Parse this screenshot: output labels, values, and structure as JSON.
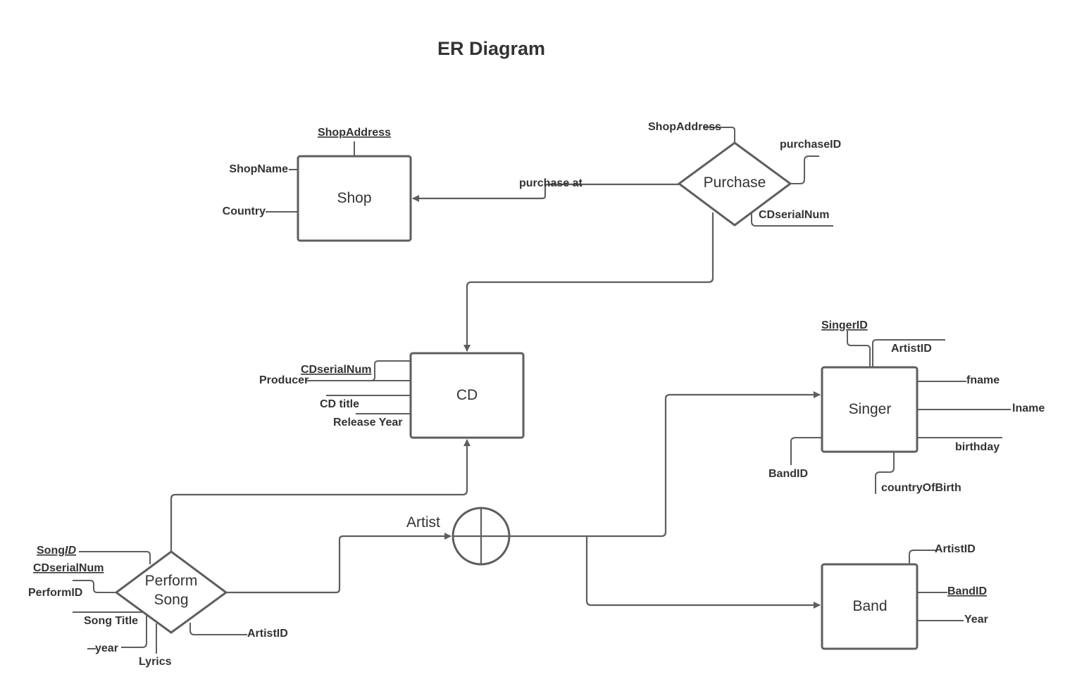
{
  "diagram": {
    "title": "ER Diagram",
    "entities": {
      "shop": "Shop",
      "cd": "CD",
      "singer": "Singer",
      "band": "Band"
    },
    "relationships": {
      "purchase": "Purchase",
      "perform_line1": "Perform",
      "perform_line2": "Song"
    },
    "labels": {
      "purchase_at": "purchase at",
      "artist": "Artist"
    },
    "shop_attributes": {
      "shop_address": "ShopAddress",
      "shop_name": "ShopName",
      "country": "Country"
    },
    "purchase_attributes": {
      "shop_address": "ShopAddress",
      "purchase_id": "purchaseID",
      "cd_serial_num": "CDserialNum"
    },
    "cd_attributes": {
      "cd_serial_num": "CDserialNum",
      "producer": "Producer",
      "cd_title": "CD title",
      "release_year": "Release Year"
    },
    "singer_attributes": {
      "singer_id": "SingerID",
      "artist_id": "ArtistID",
      "fname": "fname",
      "lname": "lname",
      "birthday": "birthday",
      "band_id": "BandID",
      "country_of_birth": "countryOfBirth"
    },
    "band_attributes": {
      "artist_id": "ArtistID",
      "band_id": "BandID",
      "year": "Year"
    },
    "perform_attributes": {
      "song_id_a": "Song",
      "song_id_b": "ID",
      "cd_serial_num": "CDserialNum",
      "perform_id": "PerformID",
      "song_title": "Song Title",
      "year": "year",
      "lyrics": "Lyrics",
      "artist_id": "ArtistID"
    }
  }
}
